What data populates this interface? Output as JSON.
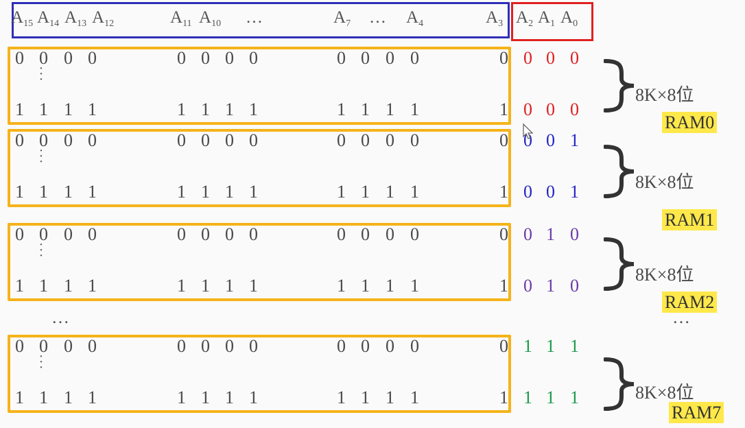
{
  "header": {
    "left": [
      {
        "base": "A",
        "sub": "15"
      },
      {
        "base": "A",
        "sub": "14"
      },
      {
        "base": "A",
        "sub": "13"
      },
      {
        "base": "A",
        "sub": "12"
      }
    ],
    "mid": [
      {
        "base": "A",
        "sub": "11"
      },
      {
        "base": "A",
        "sub": "10"
      }
    ],
    "a7": {
      "base": "A",
      "sub": "7"
    },
    "a4": {
      "base": "A",
      "sub": "4"
    },
    "a3": {
      "base": "A",
      "sub": "3"
    },
    "low": [
      {
        "base": "A",
        "sub": "2"
      },
      {
        "base": "A",
        "sub": "1"
      },
      {
        "base": "A",
        "sub": "0"
      }
    ],
    "ellipsis": "…"
  },
  "zero": "0",
  "one": "1",
  "ellipsis": "…",
  "colors": {
    "high_box": "#2f2fb8",
    "low_box": "#e02020",
    "group_box": "#f5b31a",
    "highlight": "#ffe84a"
  },
  "groups": [
    {
      "top_low": "000",
      "bottom_low": "000",
      "low_color": "#e02020",
      "capacity": "8K×8位",
      "chip": "RAM0"
    },
    {
      "top_low": "001",
      "bottom_low": "001",
      "low_color": "#2525c8",
      "capacity": "8K×8位",
      "chip": "RAM1"
    },
    {
      "top_low": "010",
      "bottom_low": "010",
      "low_color": "#6a3aa8",
      "capacity": "8K×8位",
      "chip": "RAM2"
    },
    {
      "top_low": "111",
      "bottom_low": "111",
      "low_color": "#1a9a4a",
      "capacity": "8K×8位",
      "chip": "RAM7"
    }
  ]
}
